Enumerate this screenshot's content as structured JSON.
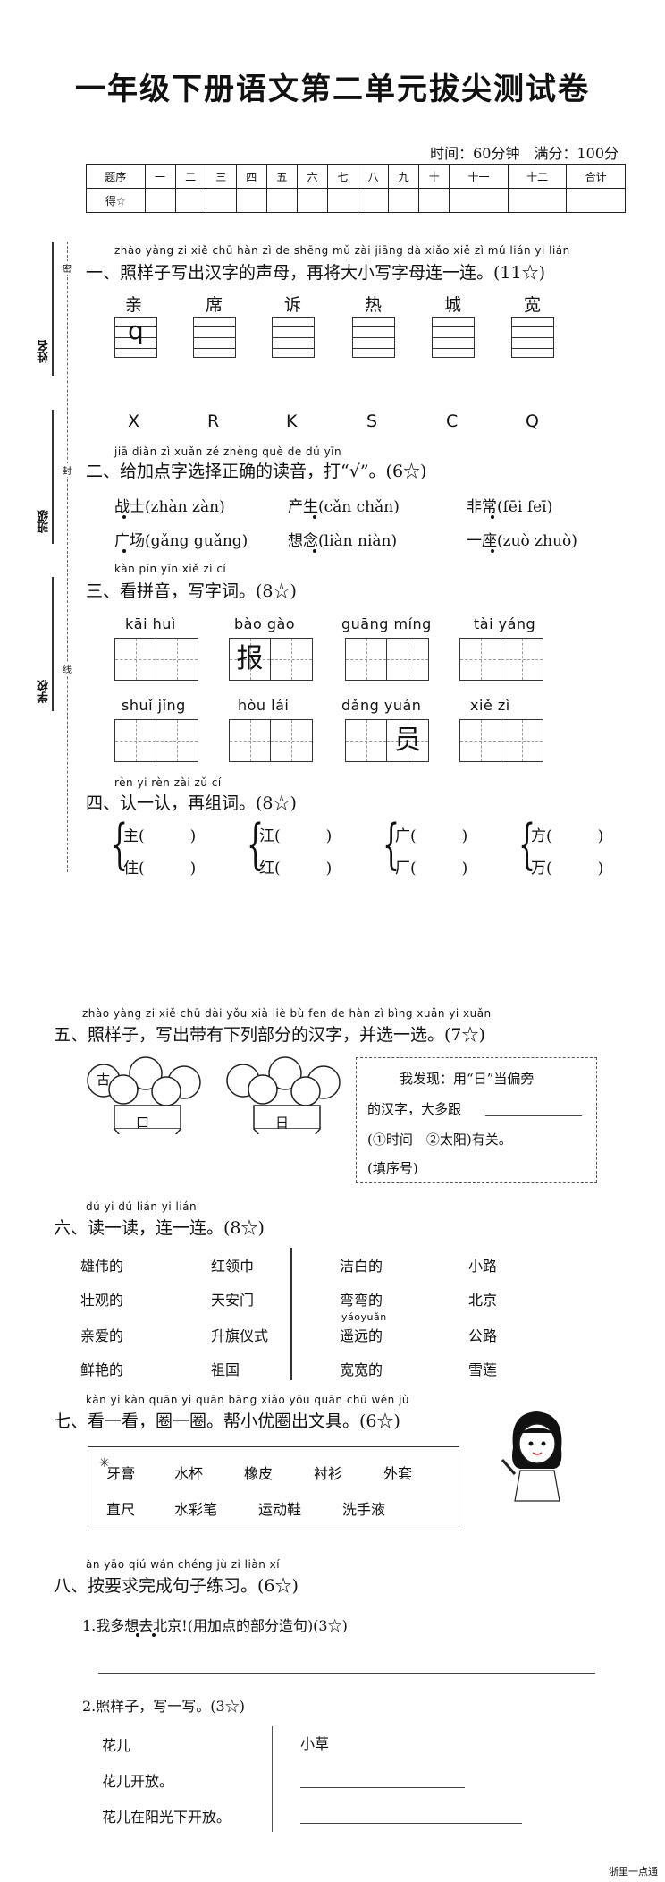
{
  "title": "一年级下册语文第二单元拔尖测试卷",
  "time_info": "时间：60分钟　满分：100分",
  "score_table": {
    "row1": [
      "题序",
      "一",
      "二",
      "三",
      "四",
      "五",
      "六",
      "七",
      "八",
      "九",
      "十",
      "十一",
      "十二",
      "合计"
    ],
    "row2_label": "得☆"
  },
  "side": {
    "name": "姓名",
    "class": "班级",
    "school": "学校",
    "mark1": "密",
    "mark2": "封",
    "mark3": "线"
  },
  "s1": {
    "pinyin": "zhào yàng zi xiě chū hàn zì de shēng mǔ zài jiāng dà xiǎo xiě zì mǔ lián yi lián",
    "title": "一、照样子写出汉字的声母，再将大小写字母连一连。(11☆)",
    "chars": [
      "亲",
      "席",
      "诉",
      "热",
      "城",
      "宽"
    ],
    "example": "q",
    "letters": [
      "X",
      "R",
      "K",
      "S",
      "C",
      "Q"
    ]
  },
  "s2": {
    "pinyin": "jiā diǎn zì xuǎn zé zhèng què de dú yīn",
    "title": "二、给加点字选择正确的读音，打“√”。(6☆)",
    "items": [
      "战士(zhàn zàn)",
      "产生(cǎn chǎn)",
      "非常(fēi feī)",
      "广场(gǎng guǎng)",
      "想念(liàn niàn)",
      "一座(zuò zhuò)"
    ]
  },
  "s3": {
    "pinyin": "kàn pīn yīn xiě zì cí",
    "title": "三、看拼音，写字词。(8☆)",
    "items": [
      {
        "py": "kāi huì",
        "fill": ""
      },
      {
        "py": "bào gào",
        "fill": "报"
      },
      {
        "py": "guāng míng",
        "fill": ""
      },
      {
        "py": "tài yáng",
        "fill": ""
      },
      {
        "py": "shuǐ jǐng",
        "fill": ""
      },
      {
        "py": "hòu lái",
        "fill": ""
      },
      {
        "py": "dǎng yuán",
        "fill": "员"
      },
      {
        "py": "xiě zì",
        "fill": ""
      }
    ]
  },
  "s4": {
    "pinyin": "rèn yi rèn zài zǔ cí",
    "title": "四、认一认，再组词。(8☆)",
    "pairs": [
      [
        "主(　　　)",
        "住(　　　)"
      ],
      [
        "江(　　　)",
        "红(　　　)"
      ],
      [
        "广(　　　)",
        "厂(　　　)"
      ],
      [
        "方(　　　)",
        "万(　　　)"
      ]
    ]
  },
  "s5": {
    "pinyin": "zhào yàng zi xiě chū dài yǒu xià liè bù fen de hàn zì bìng xuǎn yi xuǎn",
    "title": "五、照样子，写出带有下列部分的汉字，并选一选。(7☆)",
    "pot1_top": "古",
    "pot1": "口",
    "pot2": "日",
    "find_l1": "我发现：用“日”当偏旁",
    "find_l2": "的汉字，大多跟",
    "find_l3": "(①时间　②太阳)有关。",
    "find_l4": "(填序号)"
  },
  "s6": {
    "pinyin": "dú yi dú lián yi lián",
    "title": "六、读一读，连一连。(8☆)",
    "left_a": [
      "雄伟的",
      "壮观的",
      "亲爱的",
      "鲜艳的"
    ],
    "left_b": [
      "红领巾",
      "天安门",
      "升旗仪式",
      "祖国"
    ],
    "right_a": [
      "洁白的",
      "弯弯的",
      "遥远的",
      "宽宽的"
    ],
    "right_a_py": "yáoyuǎn",
    "right_b": [
      "小路",
      "北京",
      "公路",
      "雪莲"
    ]
  },
  "s7": {
    "pinyin": "kàn yi kàn quān yi quān bāng xiǎo yōu quān chū wén jù",
    "title": "七、看一看，圈一圈。帮小优圈出文具。(6☆)",
    "row1": [
      "牙膏",
      "水杯",
      "橡皮",
      "衬衫",
      "外套"
    ],
    "row2": [
      "直尺",
      "水彩笔",
      "运动鞋",
      "洗手液"
    ]
  },
  "s8": {
    "pinyin": "àn yāo qiú wán chéng jù zi liàn xí",
    "title": "八、按要求完成句子练习。(6☆)",
    "q1": "1.我多想去北京!(用加点的部分造句)(3☆)",
    "q2": "2.照样子，写一写。(3☆)",
    "ex": [
      "花儿",
      "花儿开放。",
      "花儿在阳光下开放。"
    ],
    "ans_first": "小草"
  },
  "footer": "浙里一点通"
}
